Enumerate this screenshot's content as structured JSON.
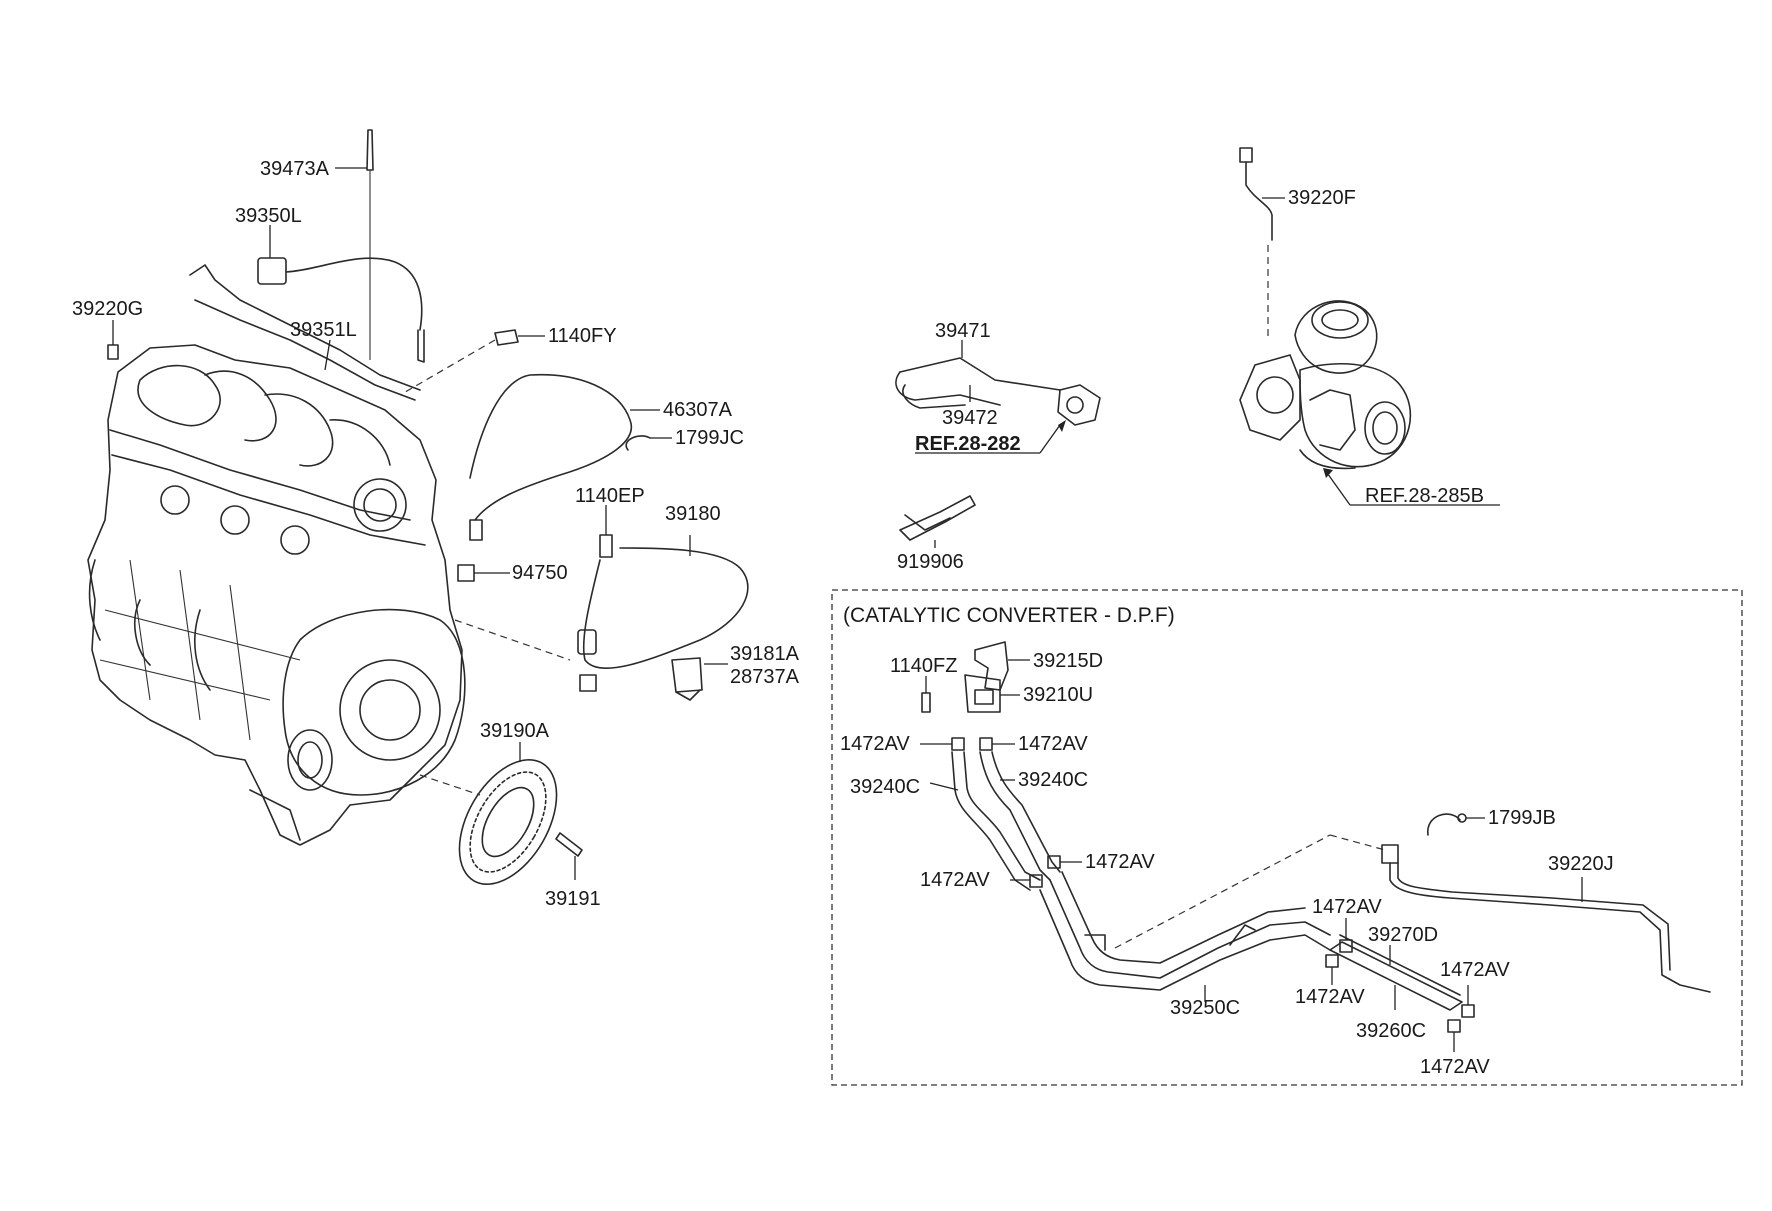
{
  "section_title": "(CATALYTIC CONVERTER - D.P.F)",
  "references": {
    "ref_28_282": "REF.28-282",
    "ref_28_285b": "REF.28-285B"
  },
  "labels": {
    "l_39473A": "39473A",
    "l_39350L": "39350L",
    "l_39220G": "39220G",
    "l_39351L": "39351L",
    "l_1140FY": "1140FY",
    "l_46307A": "46307A",
    "l_1799JC": "1799JC",
    "l_1140EP": "1140EP",
    "l_39180": "39180",
    "l_94750": "94750",
    "l_39181A": "39181A",
    "l_28737A": "28737A",
    "l_39190A": "39190A",
    "l_39191": "39191",
    "l_39471": "39471",
    "l_39472": "39472",
    "l_919906": "919906",
    "l_39220F": "39220F",
    "l_1140FZ": "1140FZ",
    "l_39215D": "39215D",
    "l_39210U": "39210U",
    "l_1472AV_a": "1472AV",
    "l_1472AV_b": "1472AV",
    "l_39240C_a": "39240C",
    "l_39240C_b": "39240C",
    "l_1799JB": "1799JB",
    "l_1472AV_c": "1472AV",
    "l_1472AV_d": "1472AV",
    "l_39220J": "39220J",
    "l_1472AV_e": "1472AV",
    "l_39270D": "39270D",
    "l_1472AV_f": "1472AV",
    "l_1472AV_g": "1472AV",
    "l_39250C": "39250C",
    "l_39260C": "39260C",
    "l_1472AV_h": "1472AV"
  }
}
